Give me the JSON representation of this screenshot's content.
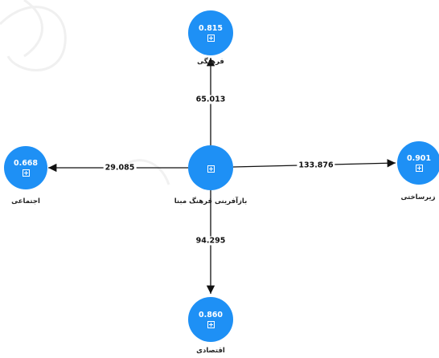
{
  "colors": {
    "node": "#1e90f5",
    "edge": "#111111"
  },
  "center_node": {
    "label": "بازآفرینی فرهنگ مبنا"
  },
  "nodes": {
    "top": {
      "value": "0.815",
      "label": "فرهنگی"
    },
    "left": {
      "value": "0.668",
      "label": "اجتماعی"
    },
    "right": {
      "value": "0.901",
      "label": "زیرساختی"
    },
    "bottom": {
      "value": "0.860",
      "label": "اقتصادی"
    }
  },
  "edges": {
    "top": "65.013",
    "left": "29.085",
    "right": "133.876",
    "bottom": "94.295"
  }
}
